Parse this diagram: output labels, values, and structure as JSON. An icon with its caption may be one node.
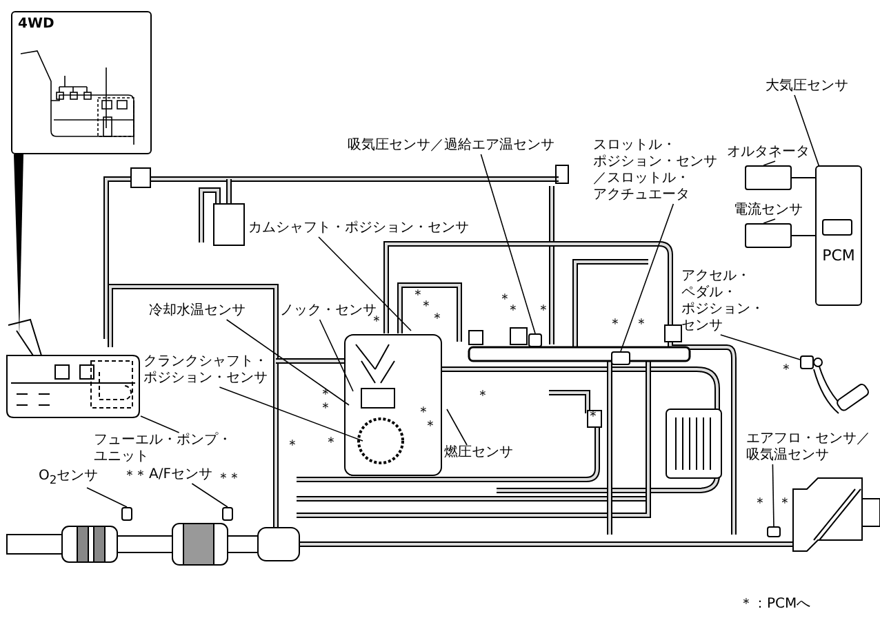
{
  "diagram": {
    "nodes": [
      {
        "text": [
          "4WD"
        ]
      },
      {
        "text": [
          "カムシャフト・ポジション・センサ"
        ]
      },
      {
        "text": [
          "吸気圧センサ／過給エア温センサ"
        ]
      },
      {
        "text": [
          "スロットル・ポジション・センサ／スロットル・アクチュエータ"
        ]
      },
      {
        "text": [
          "大気圧センサ"
        ]
      },
      {
        "text": [
          "オルタネータ"
        ]
      },
      {
        "text": [
          "電流センサ"
        ]
      },
      {
        "text": [
          "PCM"
        ]
      },
      {
        "text": [],
        "shape": "box",
        "in": 7
      },
      {
        "text": [],
        "shape": "box"
      },
      {
        "text": [],
        "shape": "box"
      },
      {
        "text": [
          "アクセル・ペダル・ポジション・センサ"
        ]
      },
      {
        "text": [
          "冷却水温センサ"
        ]
      },
      {
        "text": [
          "ノック・センサ"
        ]
      },
      {
        "text": [
          "クランクシャフト・ポジション・センサ"
        ]
      },
      {
        "text": [
          "フューエル・ポンプ・ユニット"
        ]
      },
      {
        "text": [
          "燃圧センサ"
        ]
      },
      {
        "text": [
          "O$_{2}$センサ"
        ]
      },
      {
        "text": [
          "A/Fセンサ"
        ]
      },
      {
        "text": [
          "エアフロ・センサ／吸気温センサ"
        ]
      },
      {
        "text": [],
        "shape": "box"
      },
      {
        "text": [],
        "shape": "box"
      },
      {
        "text": [],
        "shape": "box"
      },
      {
        "text": [],
        "shape": "box"
      },
      {
        "text": [],
        "shape": "box"
      },
      {
        "text": [],
        "shape": "box"
      }
    ],
    "edges": [
      {
        "from": 1,
        "to": null,
        "arrow": "none"
      },
      {
        "from": 2,
        "to": 20,
        "arrow": "none"
      },
      {
        "from": 3,
        "to": 21,
        "arrow": "none"
      },
      {
        "from": 4,
        "to": 8,
        "arrow": "none"
      },
      {
        "from": 5,
        "to": 9,
        "arrow": "none"
      },
      {
        "from": 6,
        "to": 10,
        "arrow": "none"
      },
      {
        "from": 9,
        "to": 7,
        "arrow": "none"
      },
      {
        "from": 10,
        "to": 7,
        "arrow": "none"
      },
      {
        "from": 11,
        "to": 24,
        "arrow": "none"
      },
      {
        "from": 12,
        "to": null,
        "arrow": "none"
      },
      {
        "from": 13,
        "to": null,
        "arrow": "none"
      },
      {
        "from": 14,
        "to": null,
        "arrow": "none"
      },
      {
        "from": 15,
        "to": null,
        "arrow": "none"
      },
      {
        "from": 16,
        "to": null,
        "arrow": "none"
      },
      {
        "from": 17,
        "to": 22,
        "arrow": "none"
      },
      {
        "from": 18,
        "to": 23,
        "arrow": "none"
      },
      {
        "from": 19,
        "to": 25,
        "arrow": "none"
      }
    ],
    "labels": [
      "＊",
      "＊",
      "＊",
      "＊",
      "＊",
      "＊",
      "＊",
      "＊",
      "＊",
      "＊",
      "＊",
      "＊",
      "＊",
      "＊",
      "＊",
      "＊",
      "＊",
      "＊",
      "＊",
      "＊",
      "＊",
      "＊",
      "＊",
      "＊",
      "＊：PCMへ"
    ]
  }
}
